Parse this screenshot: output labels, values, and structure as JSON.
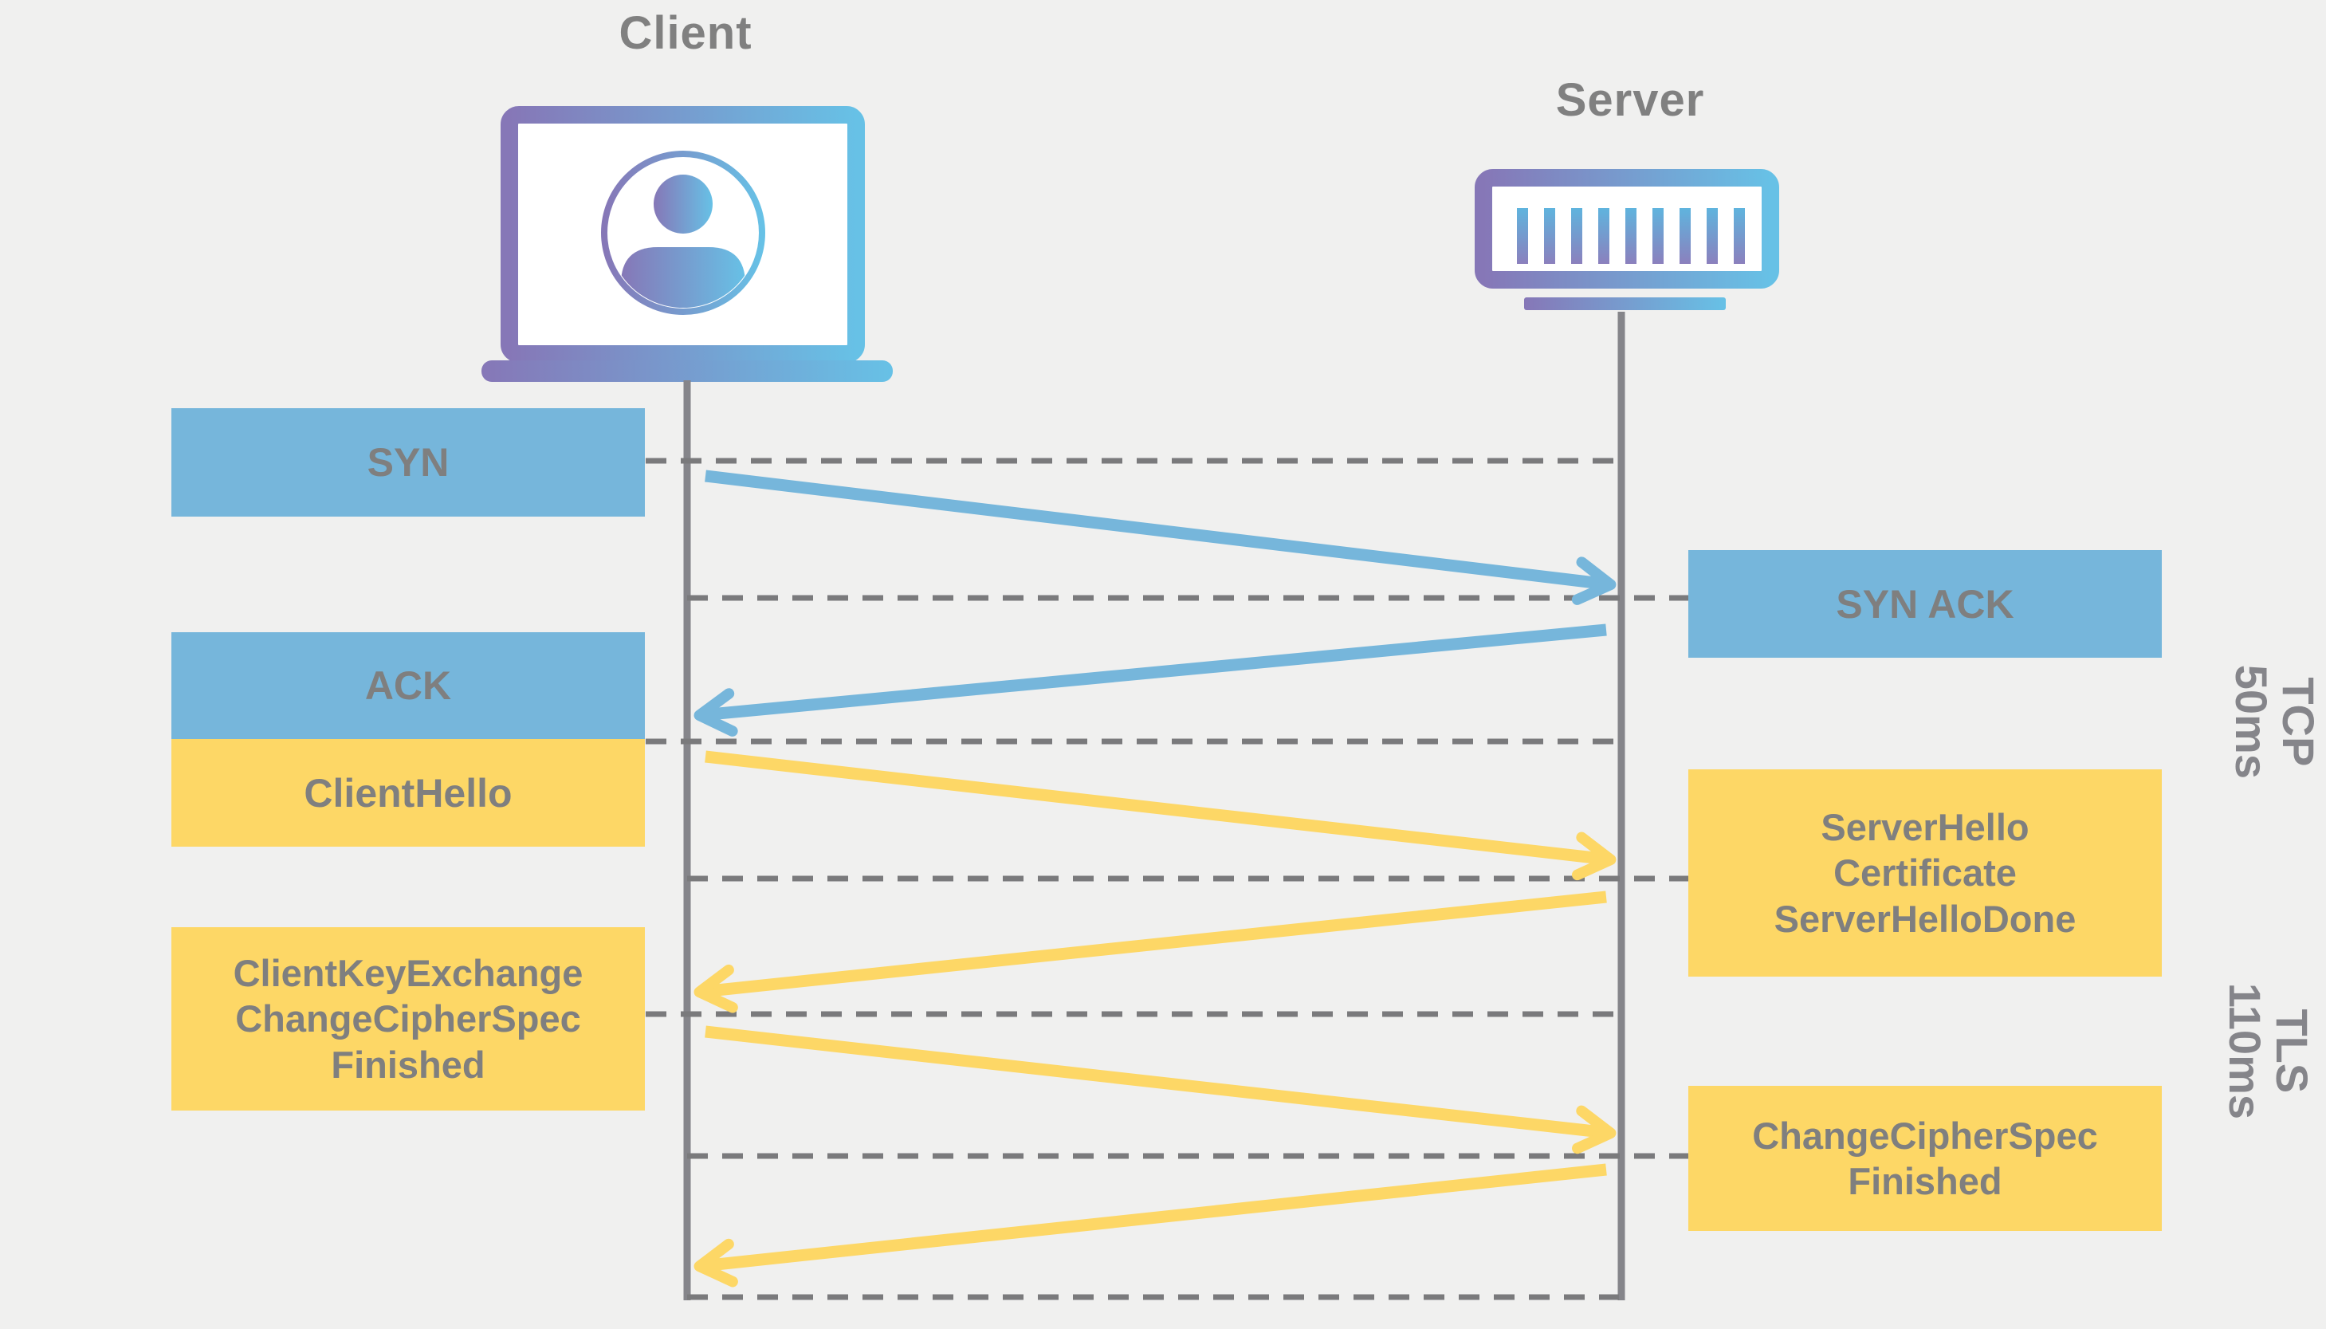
{
  "diagram": {
    "type": "sequence-diagram",
    "subject": "TCP and TLS handshake between client and server",
    "actors": {
      "client": {
        "label": "Client",
        "icon": "laptop-user-icon"
      },
      "server": {
        "label": "Server",
        "icon": "rack-server-icon"
      }
    },
    "client_messages": [
      {
        "protocol": "tcp",
        "lines": [
          "SYN"
        ]
      },
      {
        "protocol": "tcp",
        "lines": [
          "ACK"
        ]
      },
      {
        "protocol": "tls",
        "lines": [
          "ClientHello"
        ]
      },
      {
        "protocol": "tls",
        "lines": [
          "ClientKeyExchange",
          "ChangeCipherSpec",
          "Finished"
        ]
      }
    ],
    "server_messages": [
      {
        "protocol": "tcp",
        "lines": [
          "SYN ACK"
        ]
      },
      {
        "protocol": "tls",
        "lines": [
          "ServerHello",
          "Certificate",
          "ServerHelloDone"
        ]
      },
      {
        "protocol": "tls",
        "lines": [
          "ChangeCipherSpec",
          "Finished"
        ]
      }
    ],
    "arrows": [
      {
        "name": "SYN",
        "from": "client",
        "to": "server",
        "protocol": "tcp"
      },
      {
        "name": "SYN ACK",
        "from": "server",
        "to": "client",
        "protocol": "tcp"
      },
      {
        "name": "ClientHello",
        "from": "client",
        "to": "server",
        "protocol": "tls"
      },
      {
        "name": "ServerHello",
        "from": "server",
        "to": "client",
        "protocol": "tls"
      },
      {
        "name": "ClientKeyExchange",
        "from": "client",
        "to": "server",
        "protocol": "tls"
      },
      {
        "name": "ChangeCipherSpec",
        "from": "server",
        "to": "client",
        "protocol": "tls"
      }
    ],
    "phase_labels": [
      {
        "protocol": "TCP",
        "duration": "50ms"
      },
      {
        "protocol": "TLS",
        "duration": "110ms"
      }
    ],
    "colors": {
      "background": "#f0f0ef",
      "tcp_fill": "#76b6db",
      "tls_fill": "#fdd766",
      "box_text": "#7f7f7f",
      "title_text": "#808080",
      "phase_text": "#85858a",
      "lifeline": "#85858a",
      "dashed_line": "#7a7a7c",
      "gradient_start": "#8677b7",
      "gradient_end": "#67c1e6"
    }
  }
}
